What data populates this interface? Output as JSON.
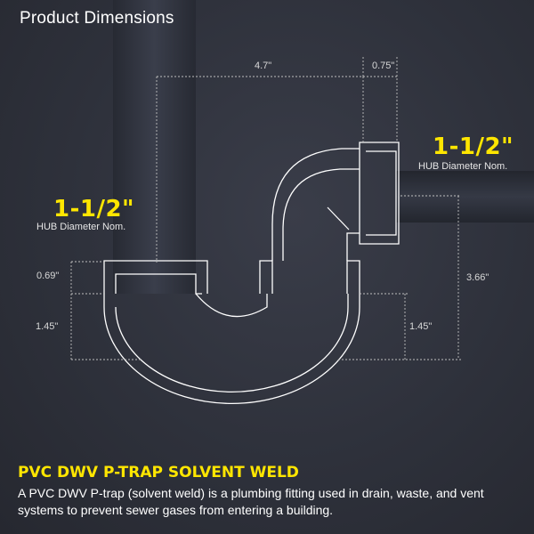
{
  "header": {
    "title": "Product Dimensions"
  },
  "dimensions": {
    "top_width": "4.7\"",
    "hub_offset": "0.75\"",
    "left_hub_depth": "0.69\"",
    "left_lower": "1.45\"",
    "right_lower": "1.45\"",
    "right_height": "3.66\""
  },
  "callouts": {
    "left": {
      "size": "1-1/2\"",
      "caption": "HUB Diameter Nom."
    },
    "right": {
      "size": "1-1/2\"",
      "caption": "HUB Diameter Nom."
    }
  },
  "product": {
    "title": "PVC DWV P-TRAP SOLVENT WELD",
    "description": "A PVC DWV P-trap (solvent weld) is a plumbing fitting used in drain, waste, and vent systems to prevent sewer gases from entering a building."
  },
  "colors": {
    "accent": "#ffe600",
    "background": "#2e313b",
    "pipe": "#30333e",
    "outline": "#ffffff"
  }
}
